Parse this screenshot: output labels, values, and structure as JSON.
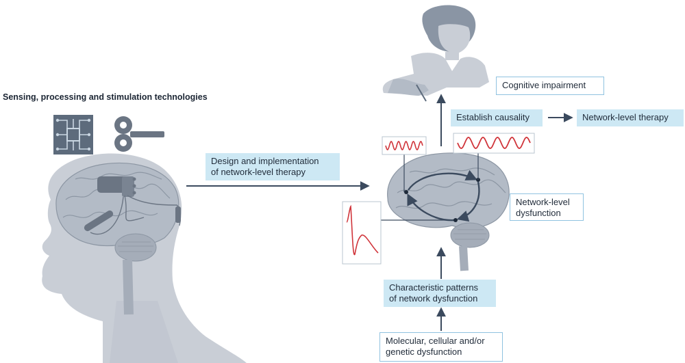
{
  "title": "Sensing, processing and stimulation technologies",
  "labels": {
    "design": [
      "Design and implementation",
      "of network-level therapy"
    ],
    "cognitive": "Cognitive impairment",
    "causality": "Establish causality",
    "network_therapy": "Network-level therapy",
    "network_dysfunction": [
      "Network-level",
      "dysfunction"
    ],
    "patterns": [
      "Characteristic patterns",
      "of network dysfunction"
    ],
    "molecular": [
      "Molecular, cellular and/or",
      "genetic dysfunction"
    ]
  },
  "icons": [
    "chip-icon",
    "stimulator-key-icon",
    "head-with-implant",
    "brain-network",
    "person-silhouette",
    "oscillation-trace",
    "evoked-response-trace"
  ],
  "colors": {
    "label_fill": "#cde8f4",
    "label_border": "#8fc2e0",
    "arrow": "#3b4a5e",
    "signal": "#d0343a",
    "silhouette": "#c9ced6",
    "brain": "#b3bbc6",
    "device": "#6b7583"
  }
}
